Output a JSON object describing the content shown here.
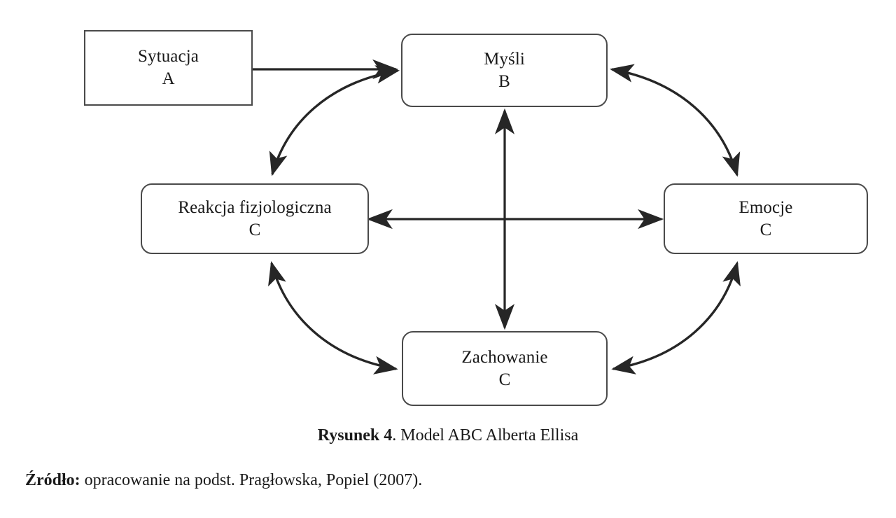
{
  "figure": {
    "nodes": [
      {
        "id": "sytuacja",
        "title": "Sytuacja",
        "code": "A"
      },
      {
        "id": "mysli",
        "title": "Myśli",
        "code": "B"
      },
      {
        "id": "reakcja",
        "title": "Reakcja fizjologiczna",
        "code": "C"
      },
      {
        "id": "emocje",
        "title": "Emocje",
        "code": "C"
      },
      {
        "id": "zachowanie",
        "title": "Zachowanie",
        "code": "C"
      }
    ],
    "caption": {
      "label": "Rysunek 4",
      "separator": ". ",
      "text": "Model ABC Alberta Ellisa"
    },
    "source": {
      "label": "Źródło:",
      "text": " opracowanie na podst. Pragłowska, Popiel (2007)."
    },
    "colors": {
      "stroke": "#3a3a3a",
      "box_border": "#4a4a4a",
      "background": "#ffffff",
      "text": "#1a1a1a"
    },
    "edges": [
      {
        "id": "sytuacja-to-mysli",
        "from": "sytuacja",
        "to": "mysli",
        "style": "straight",
        "heads": "single"
      },
      {
        "id": "mysli-to-reakcja",
        "from": "mysli",
        "to": "reakcja",
        "style": "curved",
        "heads": "double"
      },
      {
        "id": "mysli-to-emocje",
        "from": "mysli",
        "to": "emocje",
        "style": "curved",
        "heads": "double"
      },
      {
        "id": "reakcja-to-zachowanie",
        "from": "reakcja",
        "to": "zachowanie",
        "style": "curved",
        "heads": "double"
      },
      {
        "id": "emocje-to-zachowanie",
        "from": "emocje",
        "to": "zachowanie",
        "style": "curved",
        "heads": "double"
      },
      {
        "id": "mysli-to-zachowanie",
        "from": "mysli",
        "to": "zachowanie",
        "style": "straight",
        "heads": "double"
      },
      {
        "id": "reakcja-to-emocje",
        "from": "reakcja",
        "to": "emocje",
        "style": "straight",
        "heads": "double"
      }
    ]
  }
}
